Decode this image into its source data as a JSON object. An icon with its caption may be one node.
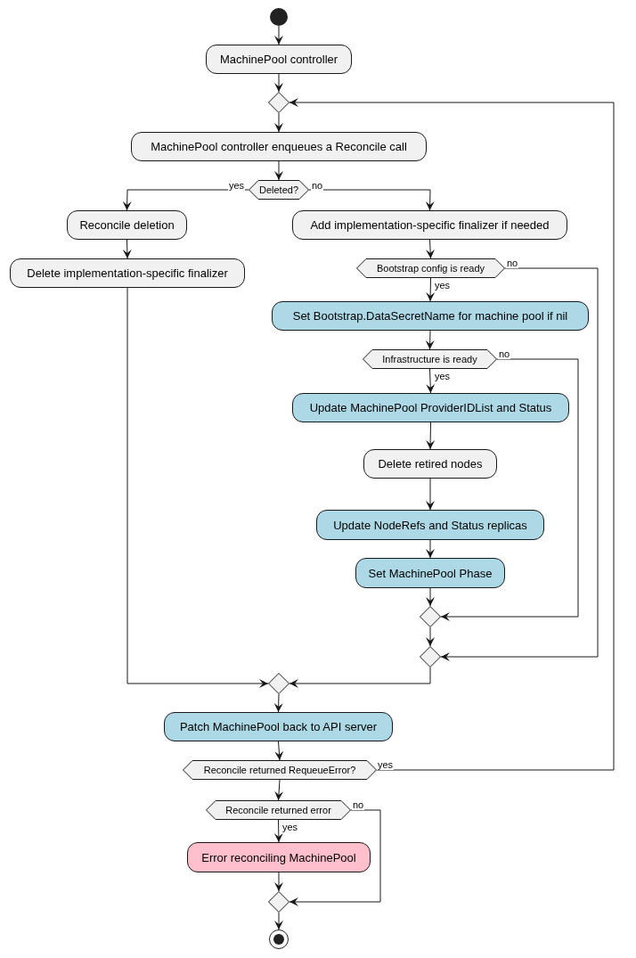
{
  "diagram": {
    "nodes": [
      {
        "text": [],
        "shape": "circle"
      },
      {
        "text": [
          "MachinePool controller"
        ]
      },
      {
        "text": [],
        "shape": "diamond"
      },
      {
        "text": [
          "MachinePool controller enqueues a Reconcile call"
        ]
      },
      {
        "text": [
          "Deleted?"
        ]
      },
      {
        "text": [
          "Reconcile deletion"
        ]
      },
      {
        "text": [
          "Delete implementation-specific finalizer"
        ]
      },
      {
        "text": [
          "Add implementation-specific finalizer if needed"
        ]
      },
      {
        "text": [
          "Bootstrap config is ready"
        ]
      },
      {
        "text": [
          "Set Bootstrap.DataSecretName for machine pool if nil"
        ]
      },
      {
        "text": [
          "Infrastructure is ready"
        ]
      },
      {
        "text": [
          "Update MachinePool ProviderIDList and Status"
        ]
      },
      {
        "text": [
          "Delete retired nodes"
        ]
      },
      {
        "text": [
          "Update NodeRefs and Status replicas"
        ]
      },
      {
        "text": [
          "Set MachinePool Phase"
        ]
      },
      {
        "text": [],
        "shape": "diamond"
      },
      {
        "text": [],
        "shape": "diamond"
      },
      {
        "text": [],
        "shape": "diamond"
      },
      {
        "text": [
          "Patch MachinePool back to API server"
        ]
      },
      {
        "text": [
          "Reconcile returned RequeueError?"
        ]
      },
      {
        "text": [
          "Reconcile returned error"
        ]
      },
      {
        "text": [
          "Error reconciling MachinePool"
        ]
      },
      {
        "text": [],
        "shape": "diamond"
      },
      {
        "text": [],
        "shape": "circle"
      }
    ],
    "edges": [
      {
        "from": 0,
        "to": 1,
        "arrow": "to"
      },
      {
        "from": 1,
        "to": 2,
        "arrow": "to"
      },
      {
        "from": 2,
        "to": 3,
        "arrow": "to"
      },
      {
        "from": 3,
        "to": 4,
        "arrow": "to"
      },
      {
        "from": 4,
        "to": 5,
        "arrow": "to",
        "label": "yes"
      },
      {
        "from": 4,
        "to": 7,
        "arrow": "to",
        "label": "no"
      },
      {
        "from": 5,
        "to": 6,
        "arrow": "to"
      },
      {
        "from": 6,
        "to": 17,
        "arrow": "to"
      },
      {
        "from": 7,
        "to": 8,
        "arrow": "to"
      },
      {
        "from": 8,
        "to": 9,
        "arrow": "to",
        "label": "yes"
      },
      {
        "from": 8,
        "to": 16,
        "arrow": "to",
        "label": "no"
      },
      {
        "from": 9,
        "to": 10,
        "arrow": "to"
      },
      {
        "from": 10,
        "to": 11,
        "arrow": "to",
        "label": "yes"
      },
      {
        "from": 10,
        "to": 15,
        "arrow": "to",
        "label": "no"
      },
      {
        "from": 11,
        "to": 12,
        "arrow": "to"
      },
      {
        "from": 12,
        "to": 13,
        "arrow": "to"
      },
      {
        "from": 13,
        "to": 14,
        "arrow": "to"
      },
      {
        "from": 14,
        "to": 15,
        "arrow": "to"
      },
      {
        "from": 15,
        "to": 16,
        "arrow": "to"
      },
      {
        "from": 16,
        "to": 17,
        "arrow": "to"
      },
      {
        "from": 17,
        "to": 18,
        "arrow": "to"
      },
      {
        "from": 18,
        "to": 19,
        "arrow": "to"
      },
      {
        "from": 19,
        "to": 2,
        "arrow": "to",
        "label": "yes"
      },
      {
        "from": 19,
        "to": 20,
        "arrow": "to"
      },
      {
        "from": 20,
        "to": 21,
        "arrow": "to",
        "label": "yes"
      },
      {
        "from": 20,
        "to": 22,
        "arrow": "to",
        "label": "no"
      },
      {
        "from": 21,
        "to": 22,
        "arrow": "to"
      },
      {
        "from": 22,
        "to": 23,
        "arrow": "to"
      }
    ]
  }
}
